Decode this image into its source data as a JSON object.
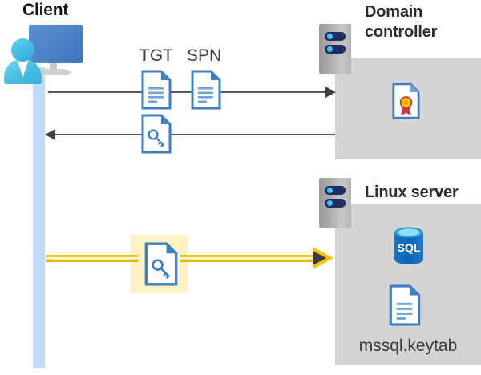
{
  "diagram": {
    "title_client": "Client",
    "title_domain_controller": "Domain controller",
    "title_linux_server": "Linux server",
    "labels": {
      "tgt": "TGT",
      "spn": "SPN",
      "keytab_file": "mssql.keytab"
    },
    "icons": {
      "client_workstation": "user-workstation-icon",
      "server_rack_dc": "server-rack-icon",
      "server_rack_linux": "server-rack-icon",
      "tgt_document": "document-icon",
      "spn_document": "document-icon",
      "ticket_key_document": "document-key-icon",
      "keytab_key_document": "document-key-icon",
      "certificate_document": "document-certificate-icon",
      "sql_database": "sql-database-icon",
      "keytab_document": "document-icon"
    },
    "flows": [
      {
        "name": "request-tgt-spn",
        "direction": "right",
        "from": "Client",
        "to": "Domain controller",
        "style": "solid-grey"
      },
      {
        "name": "receive-service-ticket",
        "direction": "left",
        "from": "Domain controller",
        "to": "Client",
        "style": "solid-grey"
      },
      {
        "name": "present-keytab-ticket",
        "direction": "right",
        "from": "Client",
        "to": "Linux server",
        "style": "thick-yellow",
        "highlighted": true
      }
    ],
    "colors": {
      "lifeline": "#bfdbfb",
      "panel_grey": "#d4d4d4",
      "rack_grey": "#adadb0",
      "rack_bar_navy": "#1f2d61",
      "rack_dot_cyan": "#3fc3f0",
      "arrow_grey": "#595959",
      "arrow_yellow": "#f2c200",
      "highlight_yellow": "#fdf2c6",
      "doc_blue": "#3f7fc1",
      "monitor_blue": "#4f84c8",
      "person_cyan": "#47bce3",
      "sql_blue": "#0f6cbd",
      "cert_gold": "#ffd200",
      "cert_red": "#d13438",
      "title_text": "#2b2b2b"
    }
  }
}
